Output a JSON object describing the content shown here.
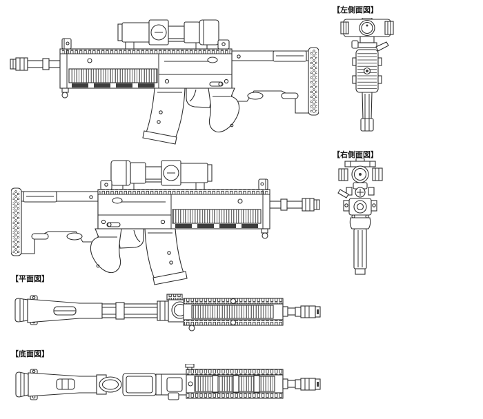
{
  "page": {
    "background_color": "#ffffff",
    "line_color": "#2e2e2e",
    "label_color": "#1a1a1a"
  },
  "labels": {
    "left_side_view": "【左側面図】",
    "right_side_view": "【右側面図】",
    "plan_view": "【平面図】",
    "bottom_view": "【底面図】"
  }
}
